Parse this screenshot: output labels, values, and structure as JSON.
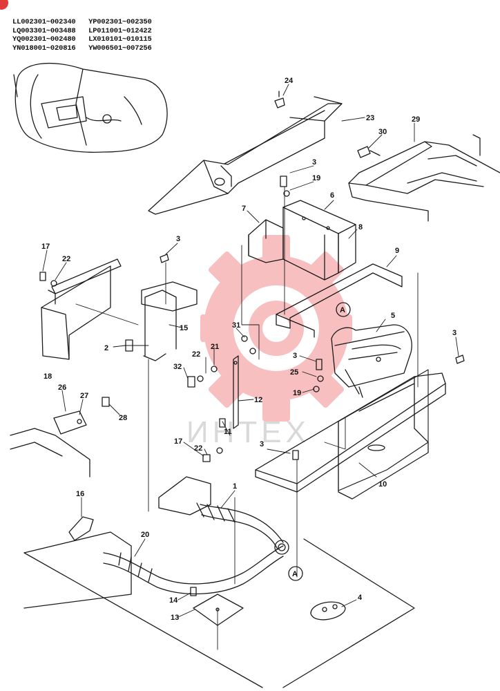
{
  "serials": {
    "left": [
      "LL002301~002340",
      "LQ003301~003488",
      "YQ002301~002480",
      "YN018001~020816"
    ],
    "right": [
      "YP002301~002350",
      "LP011001~012422",
      "LX010101~010115",
      "YW006501~007256"
    ]
  },
  "watermark": {
    "text": "ИНТЕХ",
    "color": "#f28b8b"
  },
  "colors": {
    "line": "#1a1a1a",
    "badge": "#e03a3a"
  },
  "connector_marker": "A",
  "callouts": {
    "c1": "1",
    "c2": "2",
    "c3a": "3",
    "c3b": "3",
    "c3c": "3",
    "c3d": "3",
    "c3e": "3",
    "c4": "4",
    "c5": "5",
    "c6": "6",
    "c7": "7",
    "c8": "8",
    "c9": "9",
    "c10": "10",
    "c11": "11",
    "c12": "12",
    "c13": "13",
    "c14": "14",
    "c15": "15",
    "c16": "16",
    "c17a": "17",
    "c17b": "17",
    "c18": "18",
    "c19a": "19",
    "c19b": "19",
    "c20": "20",
    "c21": "21",
    "c22a": "22",
    "c22b": "22",
    "c22c": "22",
    "c23": "23",
    "c24": "24",
    "c25": "25",
    "c26": "26",
    "c27": "27",
    "c28": "28",
    "c29": "29",
    "c30": "30",
    "c31": "31",
    "c32": "32"
  }
}
